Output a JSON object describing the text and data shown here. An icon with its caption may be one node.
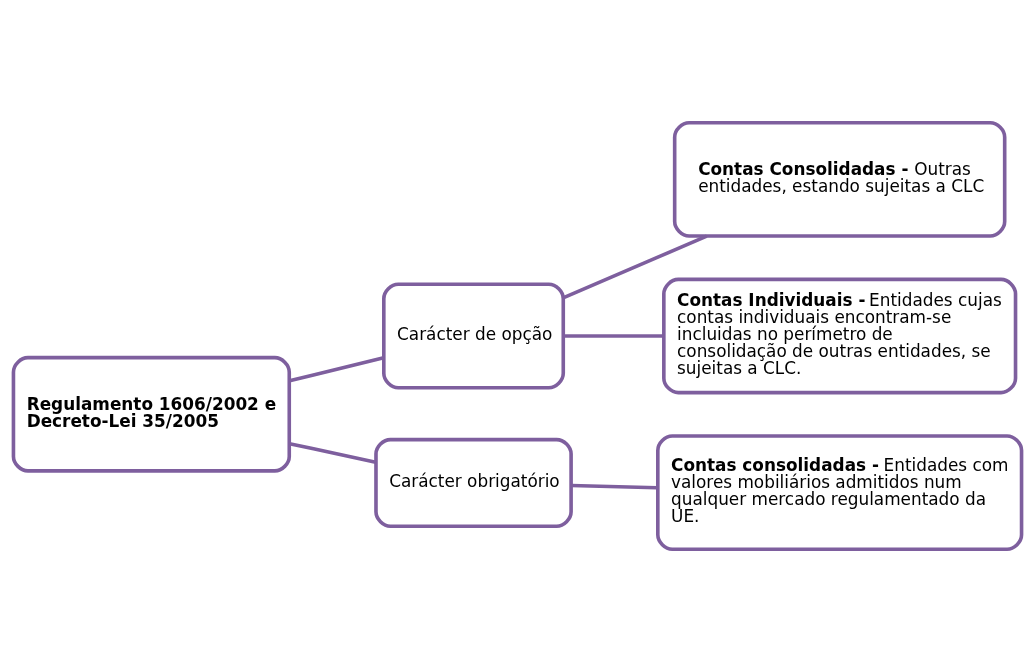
{
  "diagram": {
    "nodes": [
      {
        "text": [
          "Regulamento 1606/2002 e Decreto-Lei 35/2005"
        ]
      },
      {
        "text": [
          "Carácter de opção"
        ]
      },
      {
        "text": [
          "Carácter obrigatório"
        ]
      },
      {
        "text": [
          "**Contas Consolidadas -** Outras entidades, estando sujeitas a CLC"
        ]
      },
      {
        "text": [
          "**Contas Individuais -** Entidades cujas contas individuais encontram-se incluidas no perímetro de consolidação de outras entidades, se sujeitas a CLC."
        ]
      },
      {
        "text": [
          "**Contas consolidadas -** Entidades com valores mobiliários admitidos num qualquer mercado regulamentado da UE."
        ]
      }
    ],
    "edges": [
      {
        "from": 0,
        "to": 1,
        "arrow": "none"
      },
      {
        "from": 0,
        "to": 2,
        "arrow": "none"
      },
      {
        "from": 1,
        "to": 3,
        "arrow": "none"
      },
      {
        "from": 1,
        "to": 4,
        "arrow": "none"
      },
      {
        "from": 2,
        "to": 5,
        "arrow": "none"
      }
    ]
  }
}
